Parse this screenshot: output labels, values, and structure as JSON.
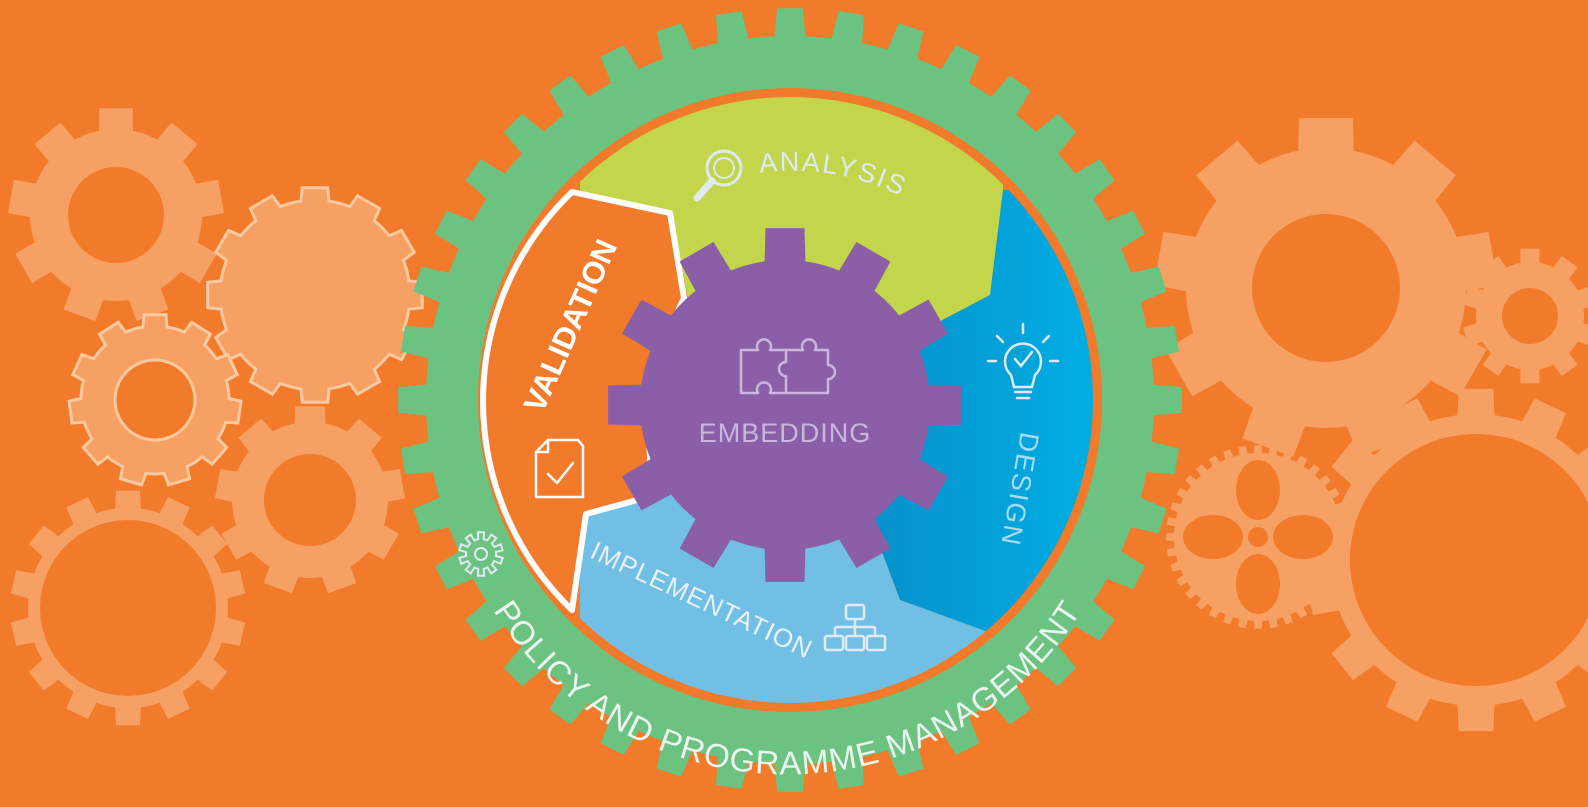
{
  "diagram": {
    "center_label": "EMBEDDING",
    "segments": [
      {
        "id": "analysis",
        "label": "ANALYSIS",
        "icon": "magnifier-icon",
        "color": "#c3d64b"
      },
      {
        "id": "design",
        "label": "DESIGN",
        "icon": "lightbulb-icon",
        "color": "#079fd6"
      },
      {
        "id": "implementation",
        "label": "IMPLEMENTATION",
        "icon": "hierarchy-icon",
        "color": "#72bfe6"
      },
      {
        "id": "validation",
        "label": "VALIDATION",
        "icon": "document-check-icon",
        "color": "#f27a2b"
      }
    ],
    "outer_ring_label": "POLICY AND PROGRAMME MANAGEMENT",
    "outer_ring_icon": "gear-icon"
  },
  "colors": {
    "background": "#f27a2b",
    "background_gears": "#f7a064",
    "outer_ring": "#6cc280",
    "center_gear": "#8b5ea8",
    "label_light": "#dfeaf2"
  }
}
